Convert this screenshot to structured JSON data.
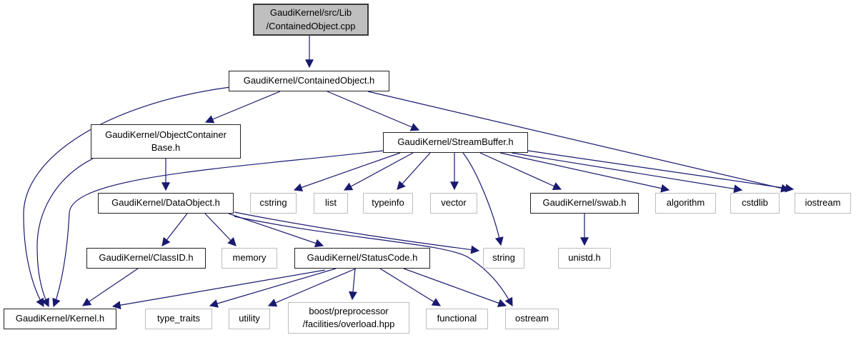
{
  "diagram": {
    "type": "include-dependency-graph",
    "title": "Include dependency graph for GaudiKernel/src/Lib/ContainedObject.cpp",
    "colors": {
      "edge": "#191970",
      "background": "#ffffff",
      "node_fill": "#ffffff",
      "source_node_fill": "#bfbfbf",
      "internal_border": "#232323",
      "external_border": "#bdbdbd",
      "text": "#000000"
    },
    "nodes": [
      {
        "id": "src",
        "label": "GaudiKernel/src/Lib\n/ContainedObject.cpp",
        "kind": "source"
      },
      {
        "id": "containedobj",
        "label": "GaudiKernel/ContainedObject.h",
        "kind": "internal"
      },
      {
        "id": "objcontainer",
        "label": "GaudiKernel/ObjectContainer\nBase.h",
        "kind": "internal"
      },
      {
        "id": "streambuffer",
        "label": "GaudiKernel/StreamBuffer.h",
        "kind": "internal"
      },
      {
        "id": "dataobject",
        "label": "GaudiKernel/DataObject.h",
        "kind": "internal"
      },
      {
        "id": "cstring",
        "label": "cstring",
        "kind": "external"
      },
      {
        "id": "list",
        "label": "list",
        "kind": "external"
      },
      {
        "id": "typeinfo",
        "label": "typeinfo",
        "kind": "external"
      },
      {
        "id": "vector",
        "label": "vector",
        "kind": "external"
      },
      {
        "id": "swab",
        "label": "GaudiKernel/swab.h",
        "kind": "internal"
      },
      {
        "id": "algorithm",
        "label": "algorithm",
        "kind": "external"
      },
      {
        "id": "cstdlib",
        "label": "cstdlib",
        "kind": "external"
      },
      {
        "id": "iostream",
        "label": "iostream",
        "kind": "external"
      },
      {
        "id": "classid",
        "label": "GaudiKernel/ClassID.h",
        "kind": "internal"
      },
      {
        "id": "memory",
        "label": "memory",
        "kind": "external"
      },
      {
        "id": "statuscode",
        "label": "GaudiKernel/StatusCode.h",
        "kind": "internal"
      },
      {
        "id": "string",
        "label": "string",
        "kind": "external"
      },
      {
        "id": "unistd",
        "label": "unistd.h",
        "kind": "external"
      },
      {
        "id": "kernel",
        "label": "GaudiKernel/Kernel.h",
        "kind": "internal"
      },
      {
        "id": "type_traits",
        "label": "type_traits",
        "kind": "external"
      },
      {
        "id": "utility",
        "label": "utility",
        "kind": "external"
      },
      {
        "id": "boost",
        "label": "boost/preprocessor\n/facilities/overload.hpp",
        "kind": "external"
      },
      {
        "id": "functional",
        "label": "functional",
        "kind": "external"
      },
      {
        "id": "ostream",
        "label": "ostream",
        "kind": "external"
      }
    ],
    "edges": [
      {
        "from": "src",
        "to": "containedobj"
      },
      {
        "from": "containedobj",
        "to": "objcontainer"
      },
      {
        "from": "containedobj",
        "to": "streambuffer"
      },
      {
        "from": "containedobj",
        "to": "iostream"
      },
      {
        "from": "containedobj",
        "to": "kernel"
      },
      {
        "from": "objcontainer",
        "to": "dataobject"
      },
      {
        "from": "objcontainer",
        "to": "kernel"
      },
      {
        "from": "streambuffer",
        "to": "cstring"
      },
      {
        "from": "streambuffer",
        "to": "list"
      },
      {
        "from": "streambuffer",
        "to": "typeinfo"
      },
      {
        "from": "streambuffer",
        "to": "vector"
      },
      {
        "from": "streambuffer",
        "to": "string"
      },
      {
        "from": "streambuffer",
        "to": "swab"
      },
      {
        "from": "streambuffer",
        "to": "algorithm"
      },
      {
        "from": "streambuffer",
        "to": "cstdlib"
      },
      {
        "from": "streambuffer",
        "to": "iostream"
      },
      {
        "from": "streambuffer",
        "to": "kernel"
      },
      {
        "from": "dataobject",
        "to": "classid"
      },
      {
        "from": "dataobject",
        "to": "memory"
      },
      {
        "from": "dataobject",
        "to": "statuscode"
      },
      {
        "from": "dataobject",
        "to": "string"
      },
      {
        "from": "dataobject",
        "to": "ostream"
      },
      {
        "from": "swab",
        "to": "unistd"
      },
      {
        "from": "classid",
        "to": "kernel"
      },
      {
        "from": "statuscode",
        "to": "kernel"
      },
      {
        "from": "statuscode",
        "to": "type_traits"
      },
      {
        "from": "statuscode",
        "to": "utility"
      },
      {
        "from": "statuscode",
        "to": "boost"
      },
      {
        "from": "statuscode",
        "to": "functional"
      },
      {
        "from": "statuscode",
        "to": "ostream"
      }
    ]
  }
}
